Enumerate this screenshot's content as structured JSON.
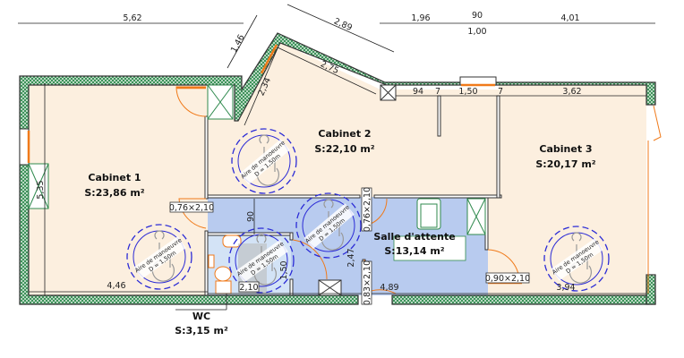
{
  "plan": {
    "rooms": {
      "cabinet1": {
        "name": "Cabinet 1",
        "area": "S:23,86 m²"
      },
      "cabinet2": {
        "name": "Cabinet 2",
        "area": "S:22,10 m²"
      },
      "cabinet3": {
        "name": "Cabinet 3",
        "area": "S:20,17 m²"
      },
      "salle": {
        "name": "Salle d'attente",
        "area": "S:13,14 m²"
      },
      "wc": {
        "name": "WC",
        "area": "S:3,15 m²"
      }
    },
    "accessibility": {
      "label": "Aire de manoeuvre",
      "diameter": "D = 1,50m"
    },
    "dims": [
      "5,62",
      "1,46",
      "2,89",
      "1,96",
      "90",
      "1,00",
      "4,01",
      "2,75",
      "2,34",
      "94",
      "7",
      "1,50",
      "7",
      "3,62",
      "5,35",
      "4,46",
      "0,76×2,10",
      "90",
      "0,76×2,10",
      "2,47",
      "1,50",
      "2,10",
      "0,83×2,10",
      "4,89",
      "0,90×2,10",
      "3,94"
    ],
    "colors": {
      "room": "#fcefdf",
      "corridor": "#b8cbef",
      "wc": "#d3e3f6",
      "wall": "#2f8a4e",
      "door": "#f07a1a",
      "accessibility": "#2b2bd6"
    }
  }
}
